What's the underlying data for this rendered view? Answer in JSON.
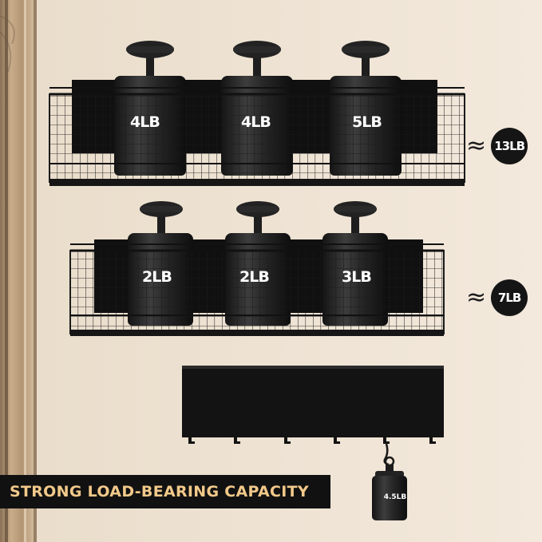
{
  "shelf_top": {
    "weights": [
      "4LB",
      "4LB",
      "5LB"
    ],
    "tilde": "≈",
    "total": "13LB"
  },
  "shelf_bottom": {
    "weights": [
      "2LB",
      "2LB",
      "3LB"
    ],
    "tilde": "≈",
    "total": "7LB"
  },
  "hook_rack": {
    "weight": "4.5LB"
  },
  "banner": "STRONG LOAD-BEARING CAPACITY",
  "colors": {
    "wall": "#efe3d3",
    "metal": "#1c1c1c",
    "banner_bg": "#111111",
    "banner_text": "#f2c98a"
  }
}
